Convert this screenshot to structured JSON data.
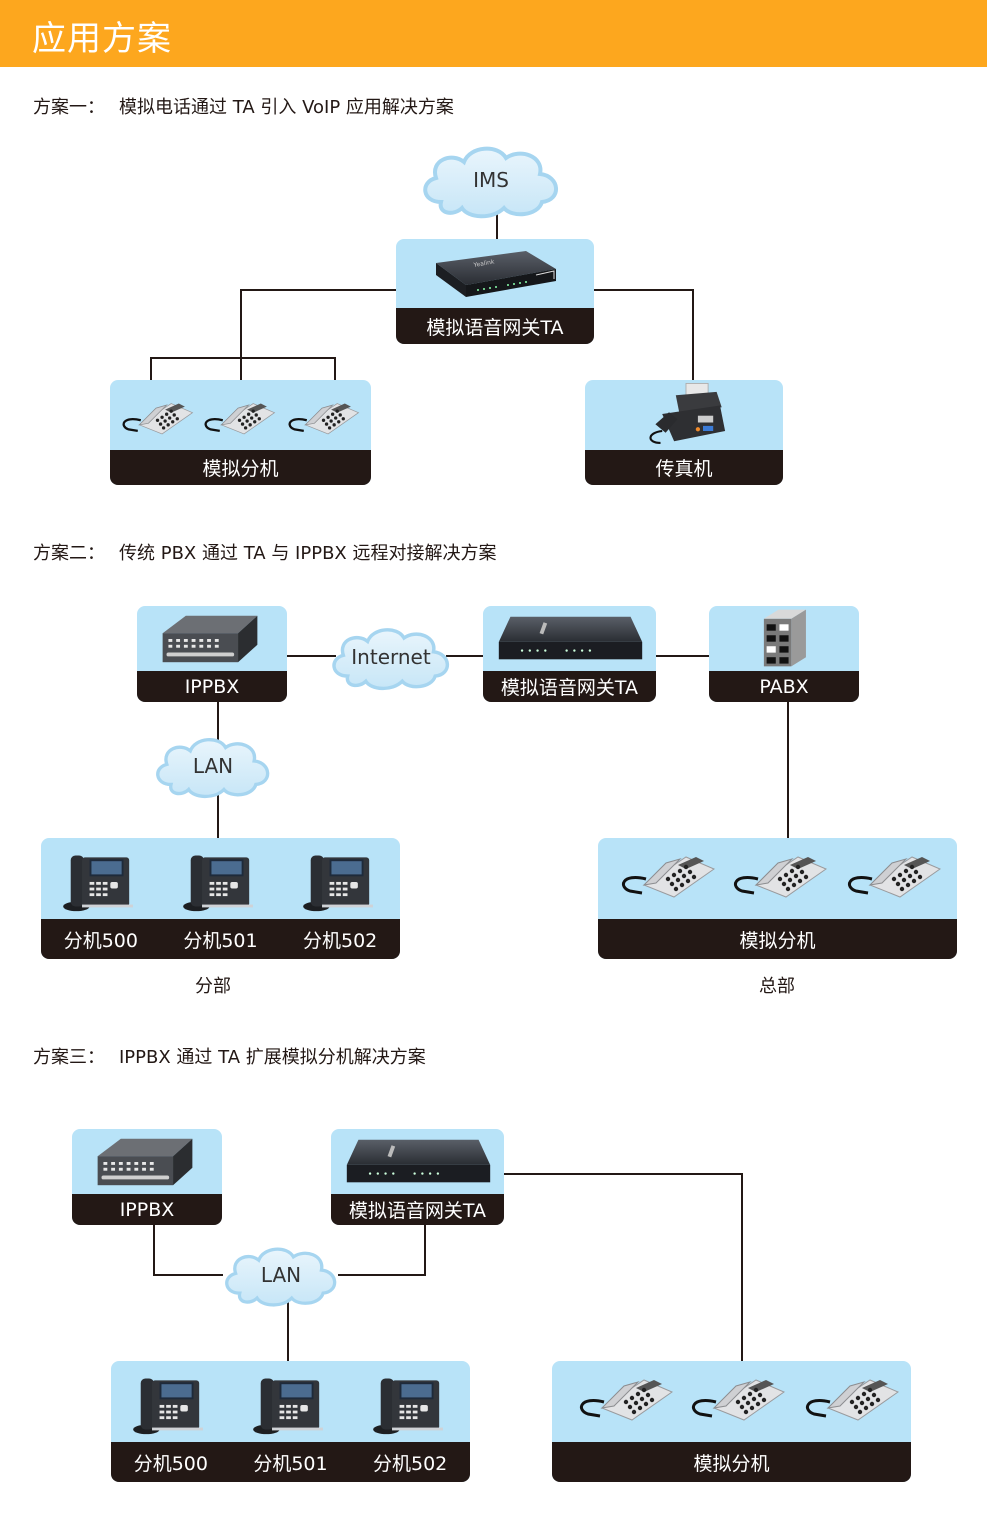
{
  "header": {
    "title": "应用方案"
  },
  "colors": {
    "header_bg": "#fda71e",
    "card_bg": "#b8e3f8",
    "card_bar": "#231815",
    "line": "#231815"
  },
  "scheme1": {
    "prefix": "方案一：",
    "title": "模拟电话通过 TA 引入 VoIP 应用解决方案",
    "cloud": "IMS",
    "gateway": {
      "label": "模拟语音网关TA",
      "icon": "gateway-device-icon"
    },
    "phones": {
      "label": "模拟分机",
      "icon": "analog-phone-icon",
      "count": 3
    },
    "fax": {
      "label": "传真机",
      "icon": "fax-machine-icon"
    }
  },
  "scheme2": {
    "prefix": "方案二：",
    "title": "传统 PBX 通过 TA 与 IPPBX 远程对接解决方案",
    "ippbx": {
      "label": "IPPBX",
      "icon": "ippbx-device-icon"
    },
    "internet_cloud": "Internet",
    "gateway": {
      "label": "模拟语音网关TA",
      "icon": "gateway-device-icon"
    },
    "pabx": {
      "label": "PABX",
      "icon": "pabx-server-icon"
    },
    "lan_cloud": "LAN",
    "ip_phones": {
      "labels": [
        "分机500",
        "分机501",
        "分机502"
      ],
      "icon": "ip-phone-icon"
    },
    "analog_phones": {
      "label": "模拟分机",
      "icon": "analog-phone-icon",
      "count": 3
    },
    "branch_caption": "分部",
    "hq_caption": "总部"
  },
  "scheme3": {
    "prefix": "方案三：",
    "title": "IPPBX 通过 TA 扩展模拟分机解决方案",
    "ippbx": {
      "label": "IPPBX",
      "icon": "ippbx-device-icon"
    },
    "gateway": {
      "label": "模拟语音网关TA",
      "icon": "gateway-device-icon"
    },
    "lan_cloud": "LAN",
    "ip_phones": {
      "labels": [
        "分机500",
        "分机501",
        "分机502"
      ],
      "icon": "ip-phone-icon"
    },
    "analog_phones": {
      "label": "模拟分机",
      "icon": "analog-phone-icon",
      "count": 3
    }
  }
}
